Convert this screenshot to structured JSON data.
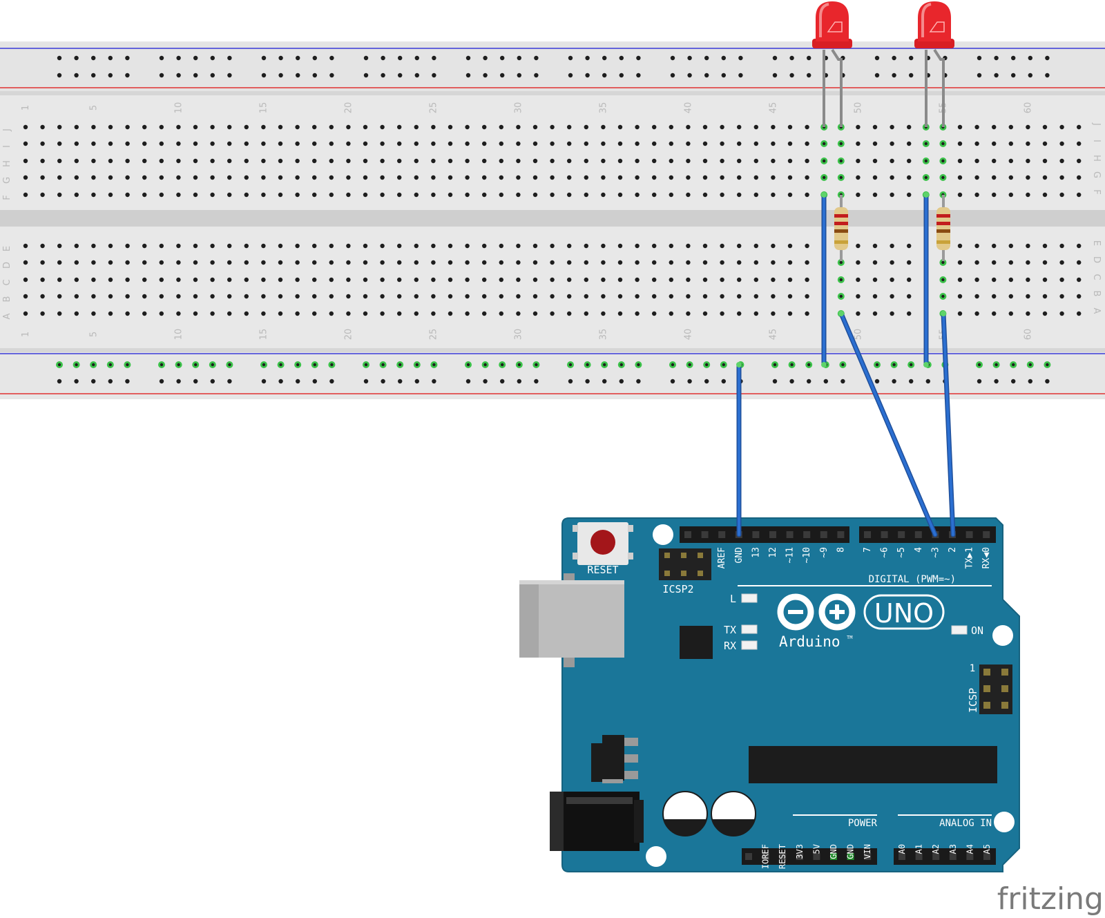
{
  "breadboard": {
    "row_letters_top": [
      "J",
      "I",
      "H",
      "G",
      "F"
    ],
    "row_letters_bottom": [
      "E",
      "D",
      "C",
      "B",
      "A"
    ],
    "column_numbers": [
      "1",
      "5",
      "10",
      "15",
      "20",
      "25",
      "30",
      "35",
      "40",
      "45",
      "50",
      "55",
      "60"
    ]
  },
  "arduino": {
    "reset_label": "RESET",
    "icsp2_label": "ICSP2",
    "icsp_label": "ICSP",
    "icsp_pin1": "1",
    "digital_label": "DIGITAL (PWM=~)",
    "digital_pins": [
      "AREF",
      "GND",
      "13",
      "12",
      "~11",
      "~10",
      "~9",
      "8",
      "7",
      "~6",
      "~5",
      "4",
      "~3",
      "2",
      "TX▶1",
      "RX◀0"
    ],
    "power_label": "POWER",
    "power_pins": [
      "IOREF",
      "RESET",
      "3V3",
      "5V",
      "GND",
      "GND",
      "VIN"
    ],
    "analog_label": "ANALOG IN",
    "analog_pins": [
      "A0",
      "A1",
      "A2",
      "A3",
      "A4",
      "A5"
    ],
    "led_labels": {
      "l": "L",
      "tx": "TX",
      "rx": "RX",
      "on": "ON"
    },
    "brand": "Arduino",
    "tm": "TM",
    "model": "UNO"
  },
  "watermark": "fritzing",
  "colors": {
    "board": "#1a7699",
    "wire": "#2b6fd1",
    "led": "#e8262c",
    "breadboard": "#e3e3e3",
    "highlight": "#3cc24a"
  }
}
